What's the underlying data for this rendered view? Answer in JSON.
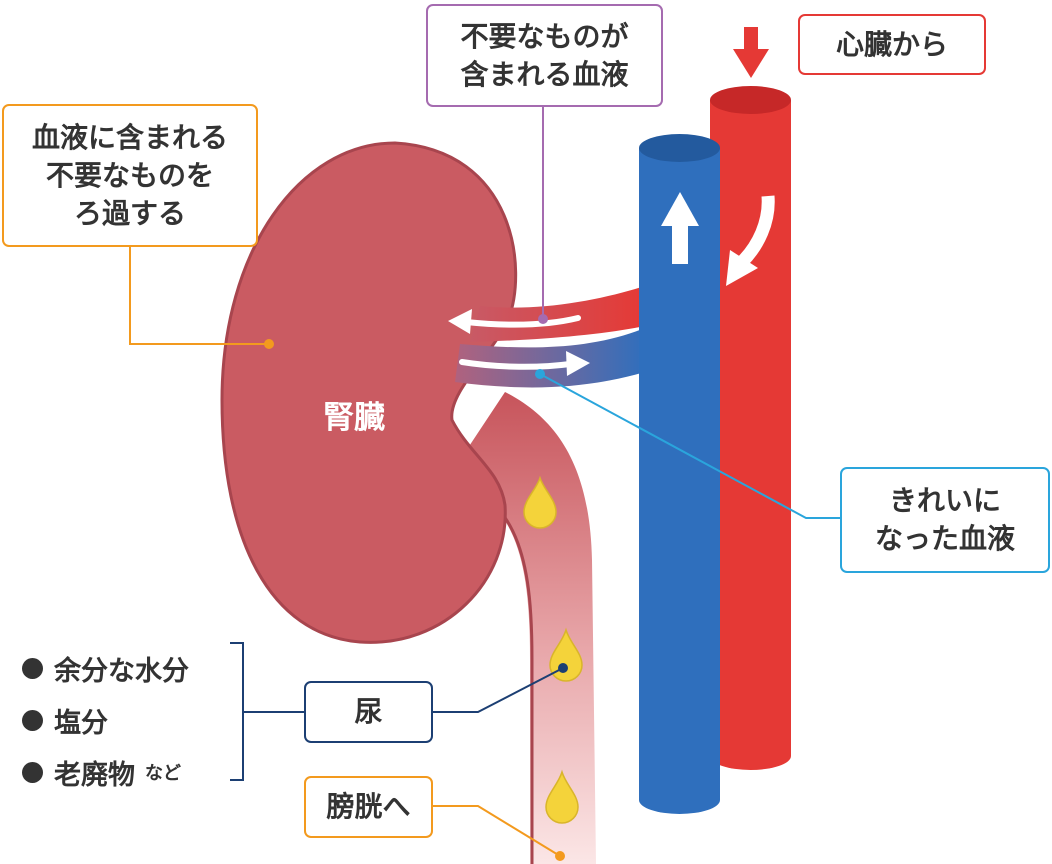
{
  "labels": {
    "unwanted_blood": [
      "不要なものが",
      "含まれる血液"
    ],
    "from_heart": [
      "心臓から"
    ],
    "filter": [
      "血液に含まれる",
      "不要なものを",
      "ろ過する"
    ],
    "clean_blood": [
      "きれいに",
      "なった血液"
    ],
    "urine": [
      "尿"
    ],
    "to_bladder": [
      "膀胱へ"
    ]
  },
  "kidney_label": "腎臓",
  "urine_contents": {
    "items": [
      "余分な水分",
      "塩分",
      "老廃物"
    ],
    "suffix": "など"
  },
  "colors": {
    "kidney": "#ca5b62",
    "kidney_outline": "#a8454e",
    "artery": "#e53935",
    "artery_top": "#c62828",
    "vein": "#2f6fbd",
    "vein_top": "#235a9e",
    "urine_drop": "#f4d33a",
    "orange_box": "#f39a1e",
    "purple_box": "#a56bb0",
    "red_box": "#e53935",
    "cyan_box": "#2aa5dc",
    "navy_box": "#1c3f73"
  }
}
